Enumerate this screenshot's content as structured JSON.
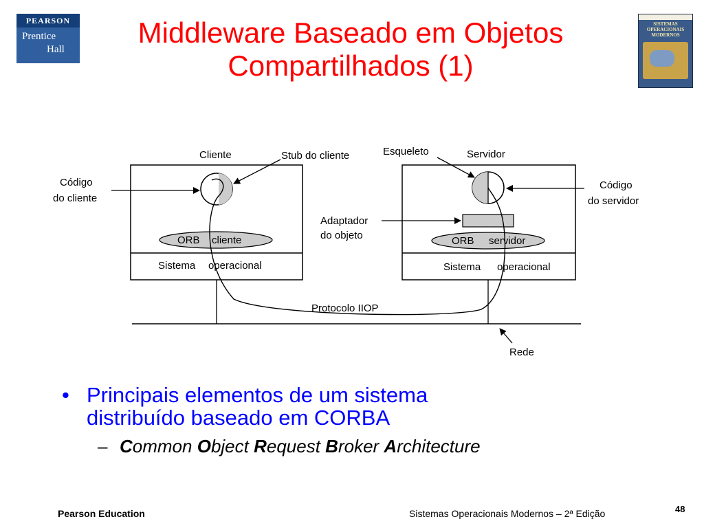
{
  "header": {
    "logo_line1": "PEARSON",
    "logo_line2": "Prentice",
    "logo_line3": "Hall",
    "title_line1": "Middleware Baseado em Objetos",
    "title_line2": "Compartilhados (1)",
    "book_cover_title": "SISTEMAS OPERACIONAIS MODERNOS"
  },
  "diagram": {
    "cliente": "Cliente",
    "stub_do_cliente": "Stub do cliente",
    "esqueleto": "Esqueleto",
    "servidor": "Servidor",
    "codigo_cliente_l1": "Código",
    "codigo_cliente_l2": "do cliente",
    "codigo_servidor_l1": "Código",
    "codigo_servidor_l2": "do servidor",
    "adaptador_l1": "Adaptador",
    "adaptador_l2": "do objeto",
    "orb_cliente_a": "ORB",
    "orb_cliente_b": "cliente",
    "orb_servidor_a": "ORB",
    "orb_servidor_b": "servidor",
    "so_cliente_a": "Sistema",
    "so_cliente_b": "operacional",
    "so_servidor_a": "Sistema",
    "so_servidor_b": "operacional",
    "protocolo": "Protocolo IIOP",
    "rede": "Rede"
  },
  "bullets": {
    "bullet_char": "•",
    "main_line1": "Principais elementos de um sistema",
    "main_line2": "distribuído baseado em CORBA",
    "dash": "–",
    "c1": "C",
    "c1_rest": "ommon ",
    "c2": "O",
    "c2_rest": "bject ",
    "c3": "R",
    "c3_rest": "equest ",
    "c4": "B",
    "c4_rest": "roker ",
    "c5": "A",
    "c5_rest": "rchitecture"
  },
  "footer": {
    "left": "Pearson Education",
    "right": "Sistemas Operacionais Modernos – 2ª Edição",
    "page": "48"
  }
}
